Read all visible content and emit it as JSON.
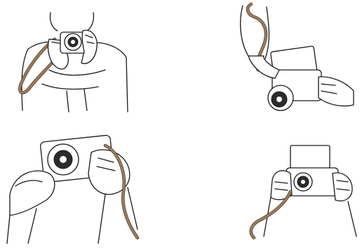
{
  "illustration": {
    "colors": {
      "line": "#1a1a1a",
      "strap": "#9b7a5c",
      "camera_body": "#2b2b2b",
      "background": "#ffffff"
    },
    "panels": [
      {
        "id": "front-grip",
        "position": "top-left"
      },
      {
        "id": "side-grip-strap-around-wrist",
        "position": "top-right"
      },
      {
        "id": "low-angle-grip",
        "position": "bottom-left"
      },
      {
        "id": "screen-tilted-grip",
        "position": "bottom-right"
      }
    ]
  }
}
